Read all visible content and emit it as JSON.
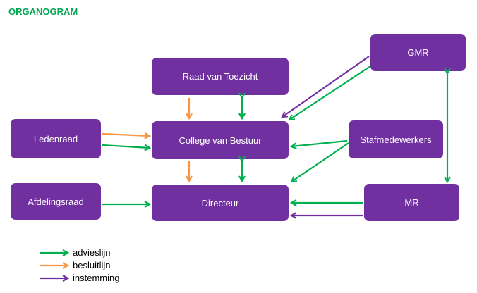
{
  "title": "ORGANOGRAM",
  "colors": {
    "node": "#7030a0",
    "advies": "#00b050",
    "besluit": "#f79646",
    "instemming": "#7030a0",
    "title": "#00a651"
  },
  "nodes": {
    "raad": "Raad van Toezicht",
    "college": "College van Bestuur",
    "ledenraad": "Ledenraad",
    "afdelingsraad": "Afdelingsraad",
    "directeur": "Directeur",
    "gmr": "GMR",
    "staf": "Stafmedewerkers",
    "mr": "MR"
  },
  "legend": [
    {
      "type": "advies",
      "label": "advieslijn"
    },
    {
      "type": "besluit",
      "label": "besluitlijn"
    },
    {
      "type": "instemming",
      "label": "instemming"
    }
  ]
}
